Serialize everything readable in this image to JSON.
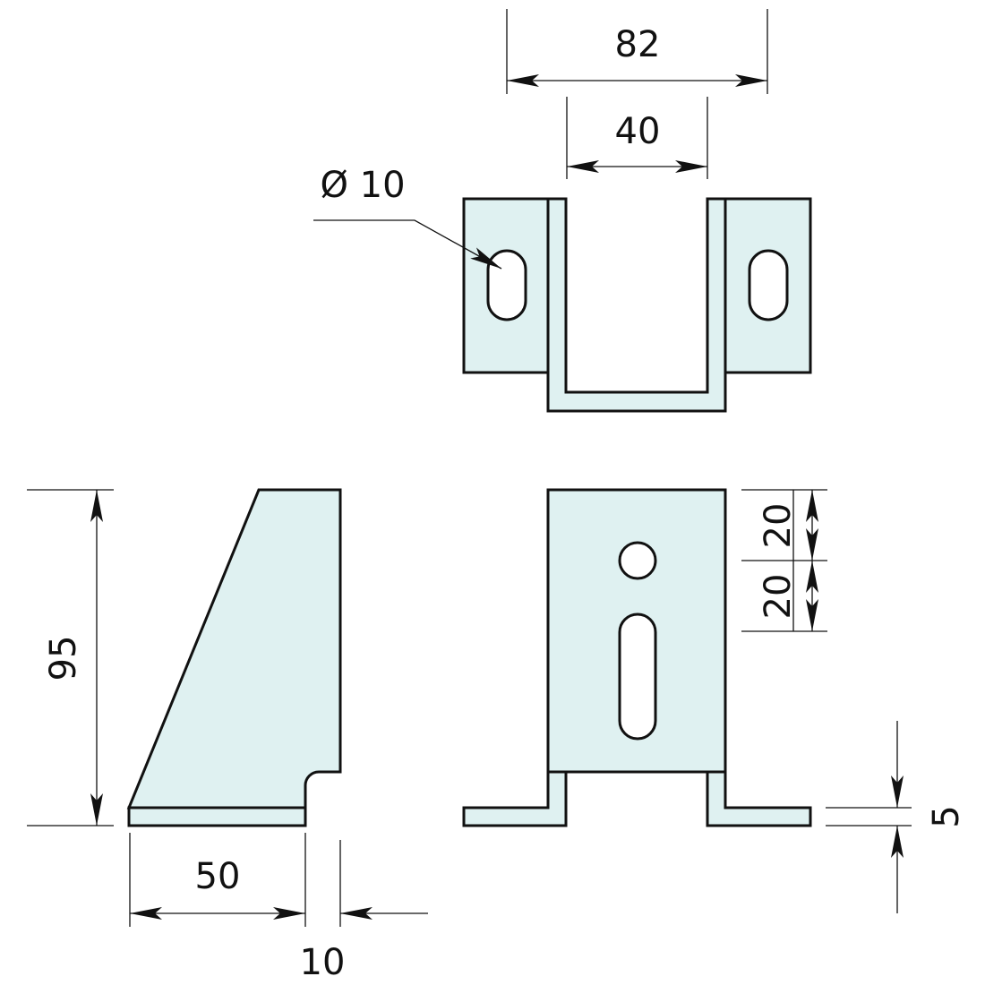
{
  "colors": {
    "part_fill": "#dff1f1",
    "line": "#111111"
  },
  "dimensions": {
    "top_overall_width": "82",
    "top_channel_width": "40",
    "hole_diameter": "Ø 10",
    "side_height": "95",
    "side_base_length": "50",
    "side_thickness": "10",
    "front_hole_offset_1": "20",
    "front_hole_offset_2": "20",
    "front_foot_thickness": "5"
  }
}
